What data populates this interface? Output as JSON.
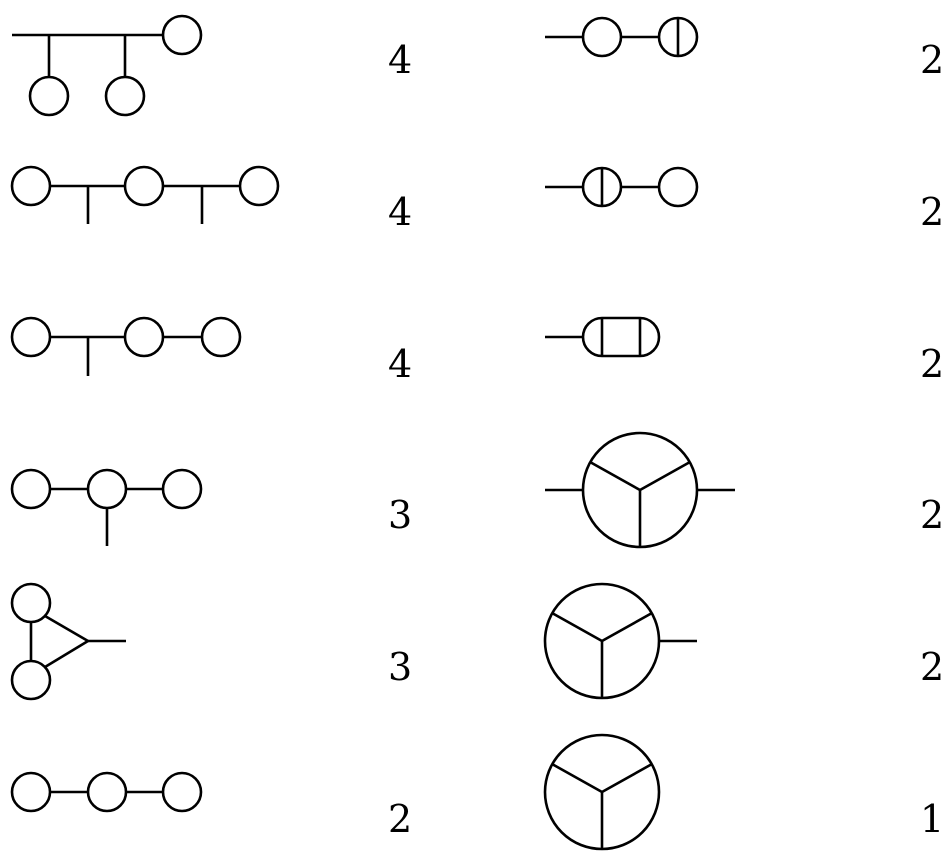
{
  "left_column": [
    {
      "id": "l1",
      "multiplicity": "4"
    },
    {
      "id": "l2",
      "multiplicity": "4"
    },
    {
      "id": "l3",
      "multiplicity": "4"
    },
    {
      "id": "l4",
      "multiplicity": "3"
    },
    {
      "id": "l5",
      "multiplicity": "3"
    },
    {
      "id": "l6",
      "multiplicity": "2"
    }
  ],
  "right_column": [
    {
      "id": "r1",
      "multiplicity": "2"
    },
    {
      "id": "r2",
      "multiplicity": "2"
    },
    {
      "id": "r3",
      "multiplicity": "2"
    },
    {
      "id": "r4",
      "multiplicity": "2"
    },
    {
      "id": "r5",
      "multiplicity": "2"
    },
    {
      "id": "r6",
      "multiplicity": "1"
    }
  ]
}
